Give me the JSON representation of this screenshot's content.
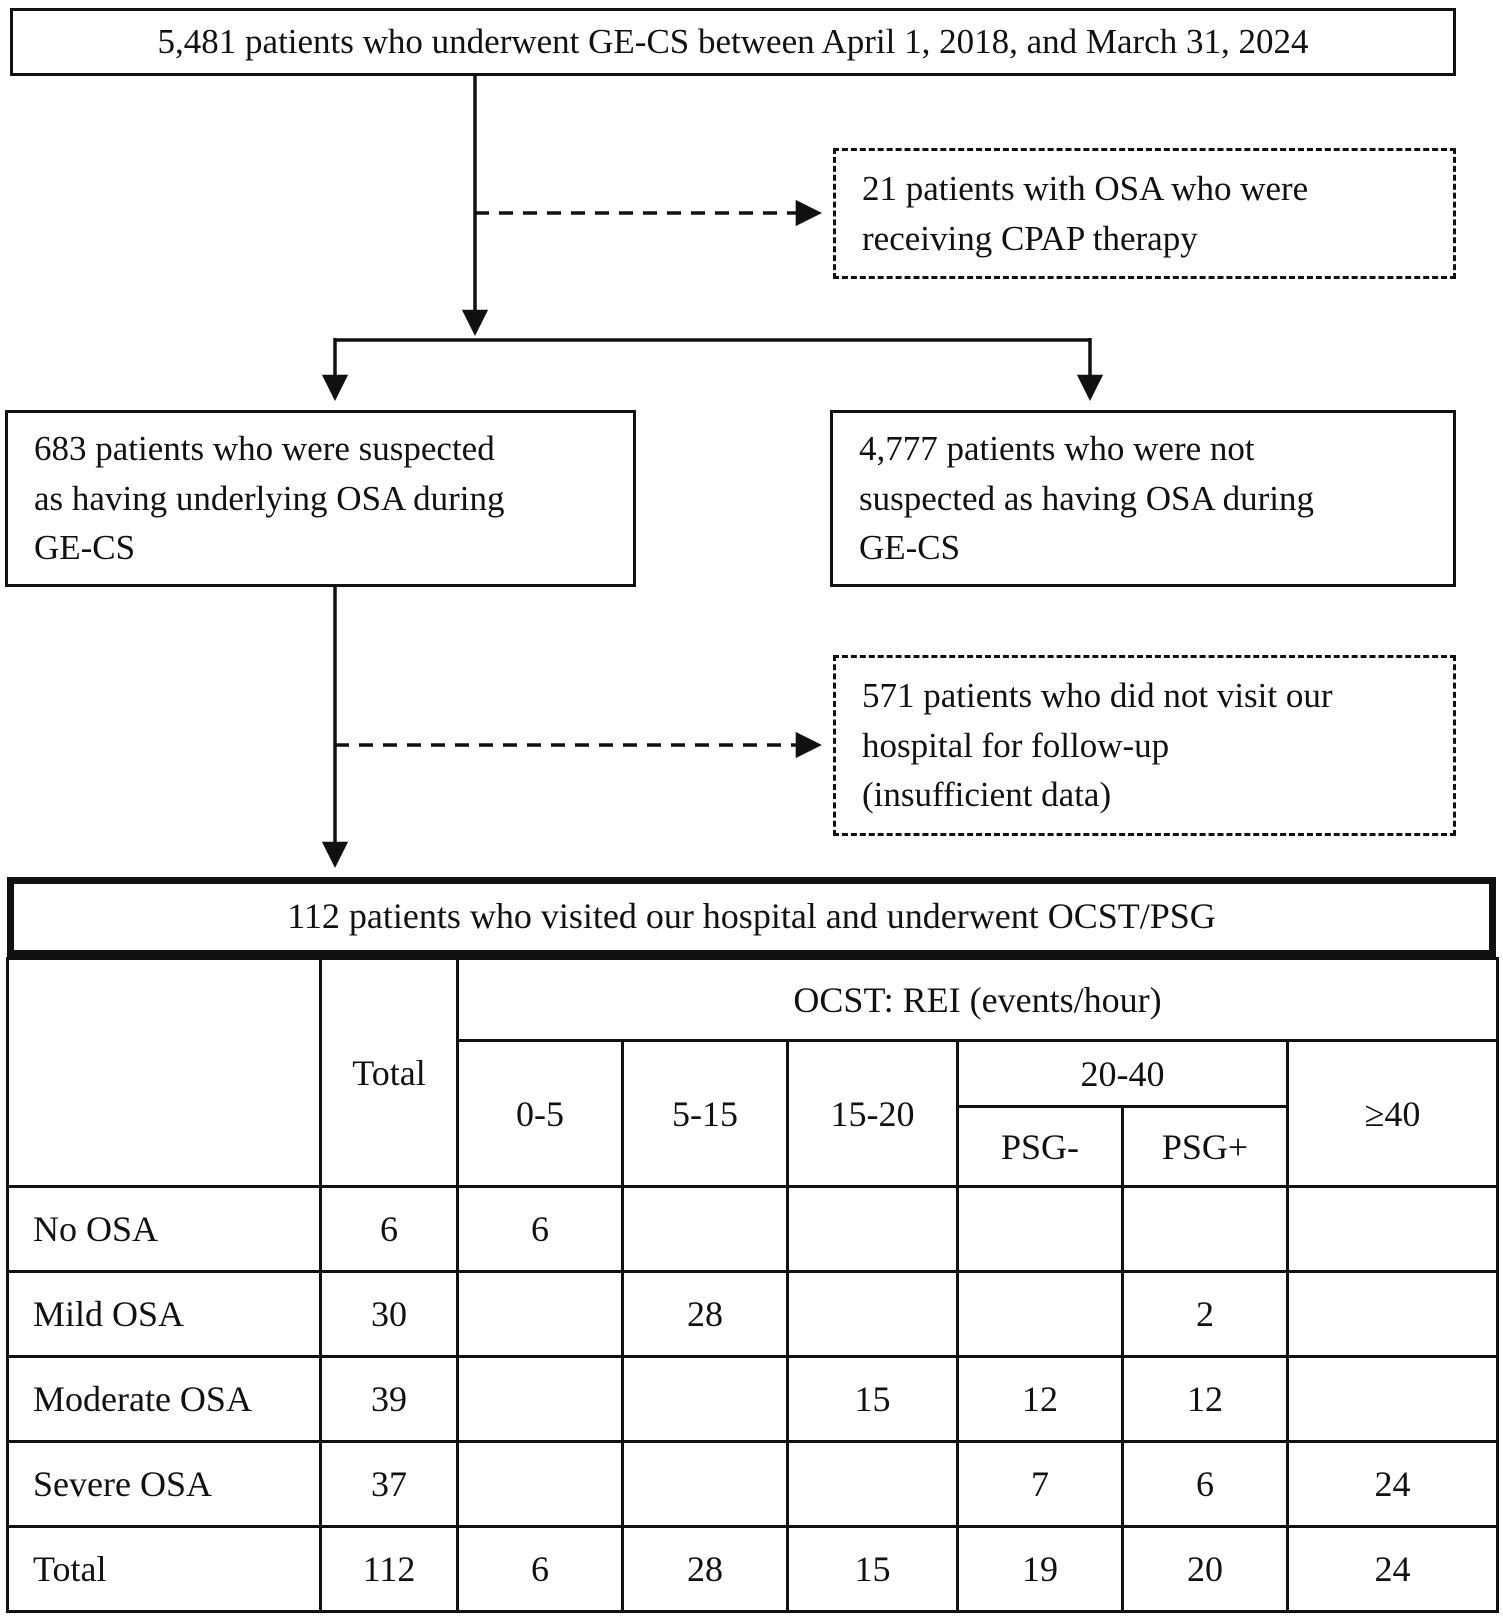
{
  "colors": {
    "ink": "#111111",
    "background": "#ffffff"
  },
  "flow": {
    "top_box": {
      "text": "5,481 patients who underwent GE-CS between April 1, 2018, and March 31, 2024"
    },
    "cpap_box": {
      "lines": [
        "21 patients with OSA who were",
        "receiving CPAP therapy"
      ]
    },
    "suspected_box": {
      "lines": [
        "683 patients who were suspected",
        "as having underlying OSA during",
        "GE-CS"
      ]
    },
    "not_suspected_box": {
      "lines": [
        "4,777 patients who were not",
        "suspected as having OSA during",
        "GE-CS"
      ]
    },
    "no_followup_box": {
      "lines": [
        "571 patients who did not visit our",
        "hospital for follow-up",
        "(insufficient data)"
      ]
    },
    "final_box": {
      "text": "112 patients who visited our hospital and underwent OCST/PSG"
    }
  },
  "table": {
    "headers": {
      "total": "Total",
      "group": "OCST: REI (events/hour)",
      "range_0_5": "0-5",
      "range_5_15": "5-15",
      "range_15_20": "15-20",
      "range_20_40": "20-40",
      "psg_negative": "PSG-",
      "psg_positive": "PSG+",
      "range_40_plus": "≥40"
    },
    "rows": [
      {
        "label": "No OSA",
        "total": "6",
        "c0_5": "6",
        "c5_15": "",
        "c15_20": "",
        "psg_neg": "",
        "psg_pos": "",
        "c40": ""
      },
      {
        "label": "Mild OSA",
        "total": "30",
        "c0_5": "",
        "c5_15": "28",
        "c15_20": "",
        "psg_neg": "",
        "psg_pos": "2",
        "c40": ""
      },
      {
        "label": "Moderate OSA",
        "total": "39",
        "c0_5": "",
        "c5_15": "",
        "c15_20": "15",
        "psg_neg": "12",
        "psg_pos": "12",
        "c40": ""
      },
      {
        "label": "Severe OSA",
        "total": "37",
        "c0_5": "",
        "c5_15": "",
        "c15_20": "",
        "psg_neg": "7",
        "psg_pos": "6",
        "c40": "24"
      },
      {
        "label": "Total",
        "total": "112",
        "c0_5": "6",
        "c5_15": "28",
        "c15_20": "15",
        "psg_neg": "19",
        "psg_pos": "20",
        "c40": "24"
      }
    ]
  }
}
